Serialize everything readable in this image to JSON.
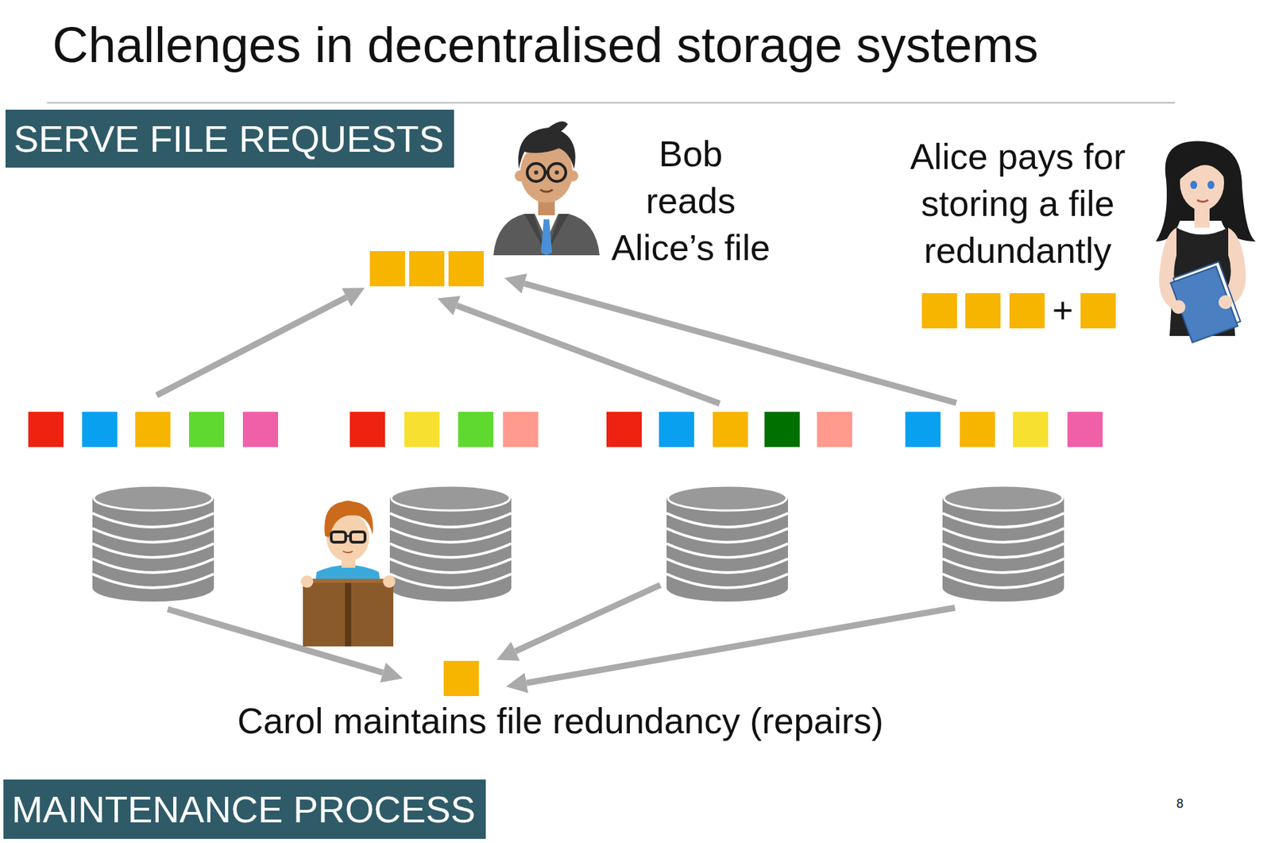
{
  "diagram": {
    "title": "Challenges in decentralised storage systems",
    "nodes": [
      {
        "text": [
          "SERVE FILE REQUESTS"
        ]
      },
      {
        "text": [
          "MAINTENANCE PROCESS"
        ]
      }
    ],
    "labels": [
      "Bob reads Alice’s file",
      "Alice pays for storing a file redundantly",
      "+",
      "Carol maintains file redundancy (repairs)",
      "8"
    ]
  }
}
